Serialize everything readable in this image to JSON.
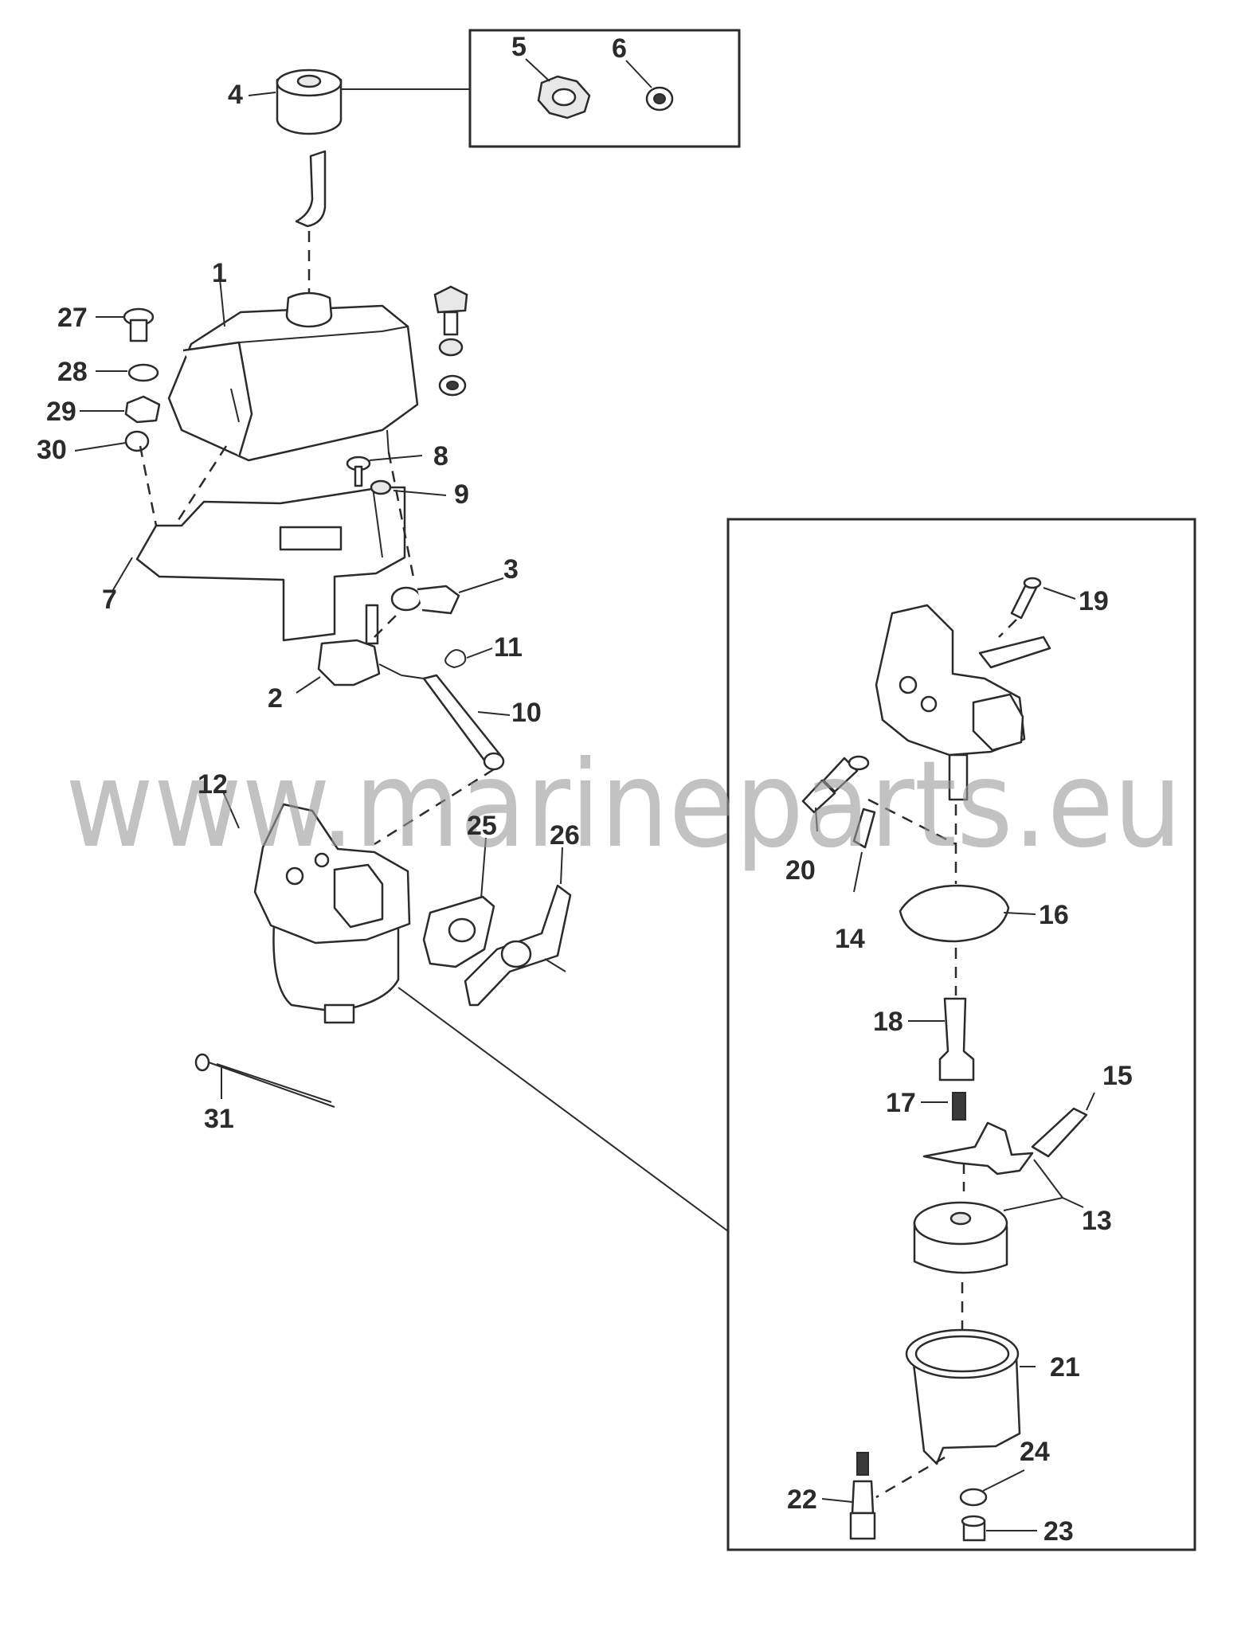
{
  "watermark": "www.marineparts.eu",
  "callouts": {
    "c1": "1",
    "c2": "2",
    "c3": "3",
    "c4": "4",
    "c5": "5",
    "c6": "6",
    "c7": "7",
    "c8": "8",
    "c9": "9",
    "c10": "10",
    "c11": "11",
    "c12": "12",
    "c13": "13",
    "c14": "14",
    "c15": "15",
    "c16": "16",
    "c17": "17",
    "c18": "18",
    "c19": "19",
    "c20": "20",
    "c21": "21",
    "c22": "22",
    "c23": "23",
    "c24": "24",
    "c25": "25",
    "c26": "26",
    "c27": "27",
    "c28": "28",
    "c29": "29",
    "c30": "30",
    "c31": "31"
  }
}
